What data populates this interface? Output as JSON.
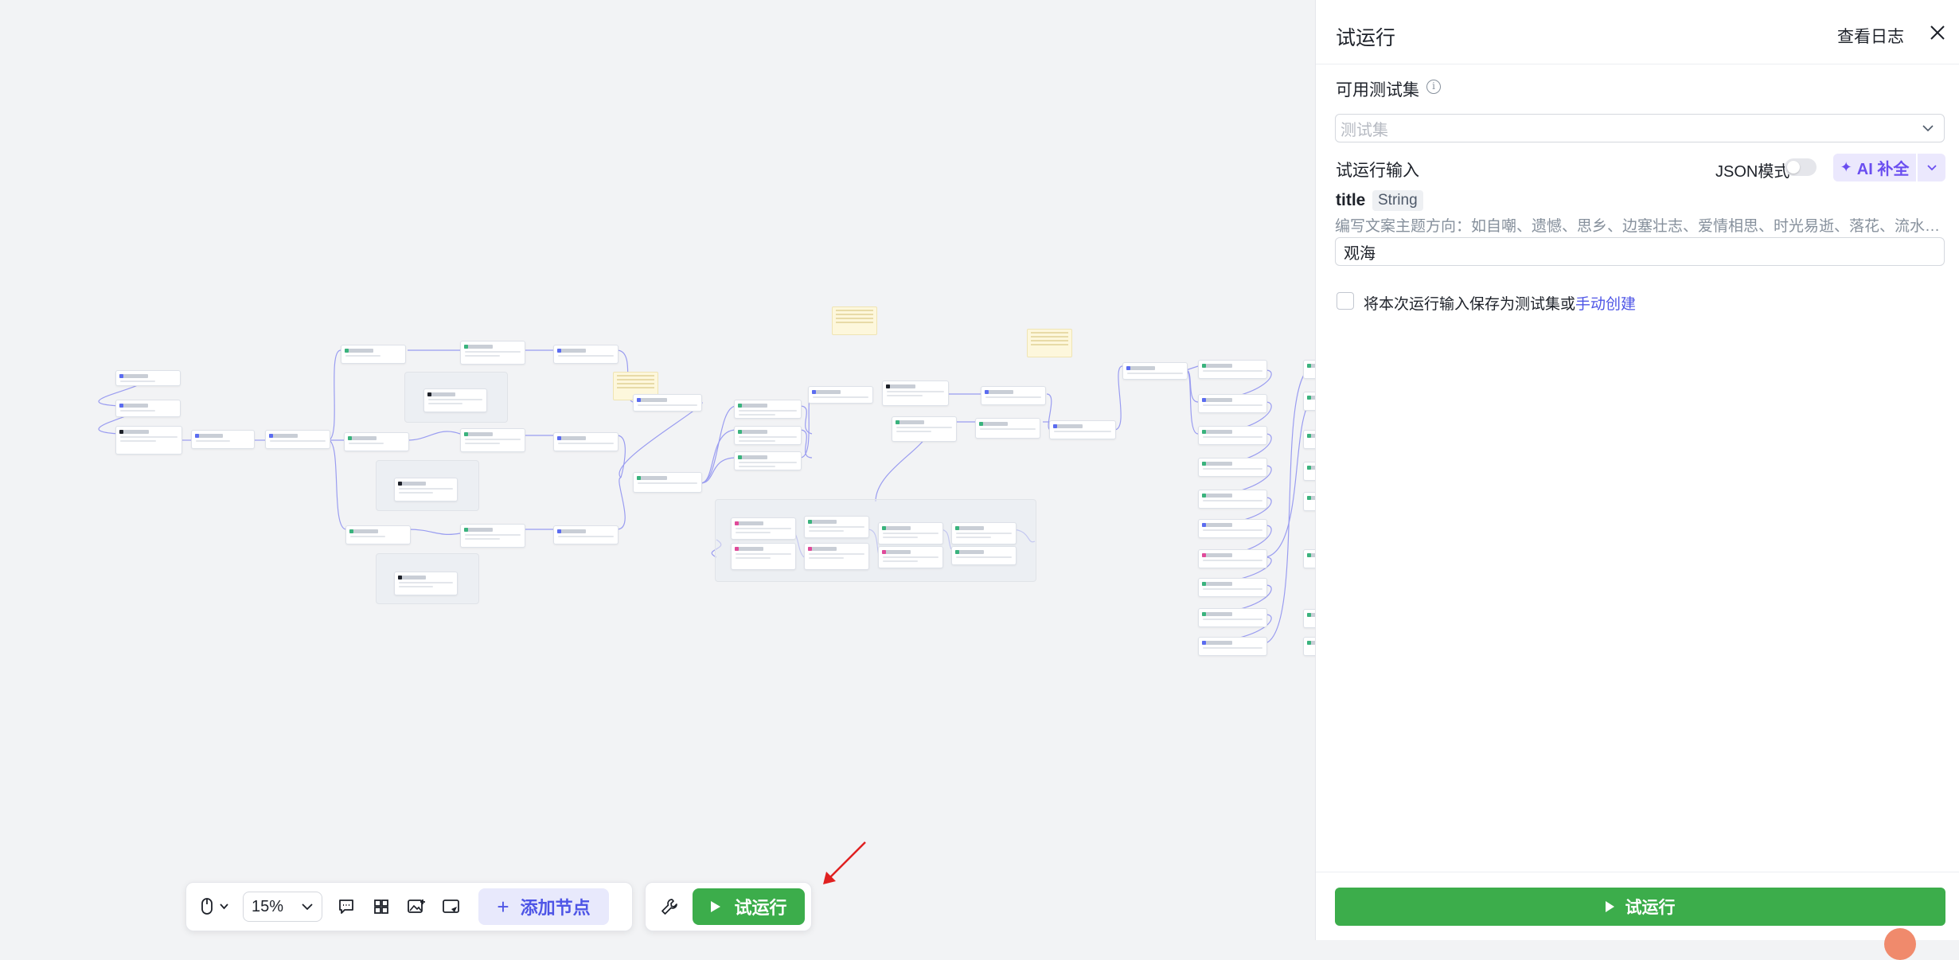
{
  "toolbar": {
    "zoom": "15%",
    "add_node_label": "添加节点",
    "run_label": "试运行",
    "icons": [
      "mouse-icon",
      "chevron-down-icon",
      "comment-icon",
      "layout-grid-icon",
      "image-add-icon",
      "minimap-icon",
      "wrench-icon",
      "play-icon"
    ]
  },
  "panel": {
    "title": "试运行",
    "view_log": "查看日志",
    "testset_label": "可用测试集",
    "testset_placeholder": "测试集",
    "input_label": "试运行输入",
    "json_mode_label": "JSON模式",
    "json_mode_on": false,
    "ai_complete_label": "AI 补全",
    "param": {
      "name": "title",
      "type": "String",
      "description": "编写文案主题方向：如自嘲、遗憾、思乡、边塞壮志、爱情相思、时光易逝、落花、流水、观…",
      "value": "观海"
    },
    "save_text": "将本次运行输入保存为测试集或",
    "save_link": "手动创建",
    "save_checked": false,
    "run_label": "试运行"
  },
  "colors": {
    "accent_purple": "#4e55e6",
    "run_green": "#3cad4b",
    "ai_purple": "#6a4ef0"
  }
}
